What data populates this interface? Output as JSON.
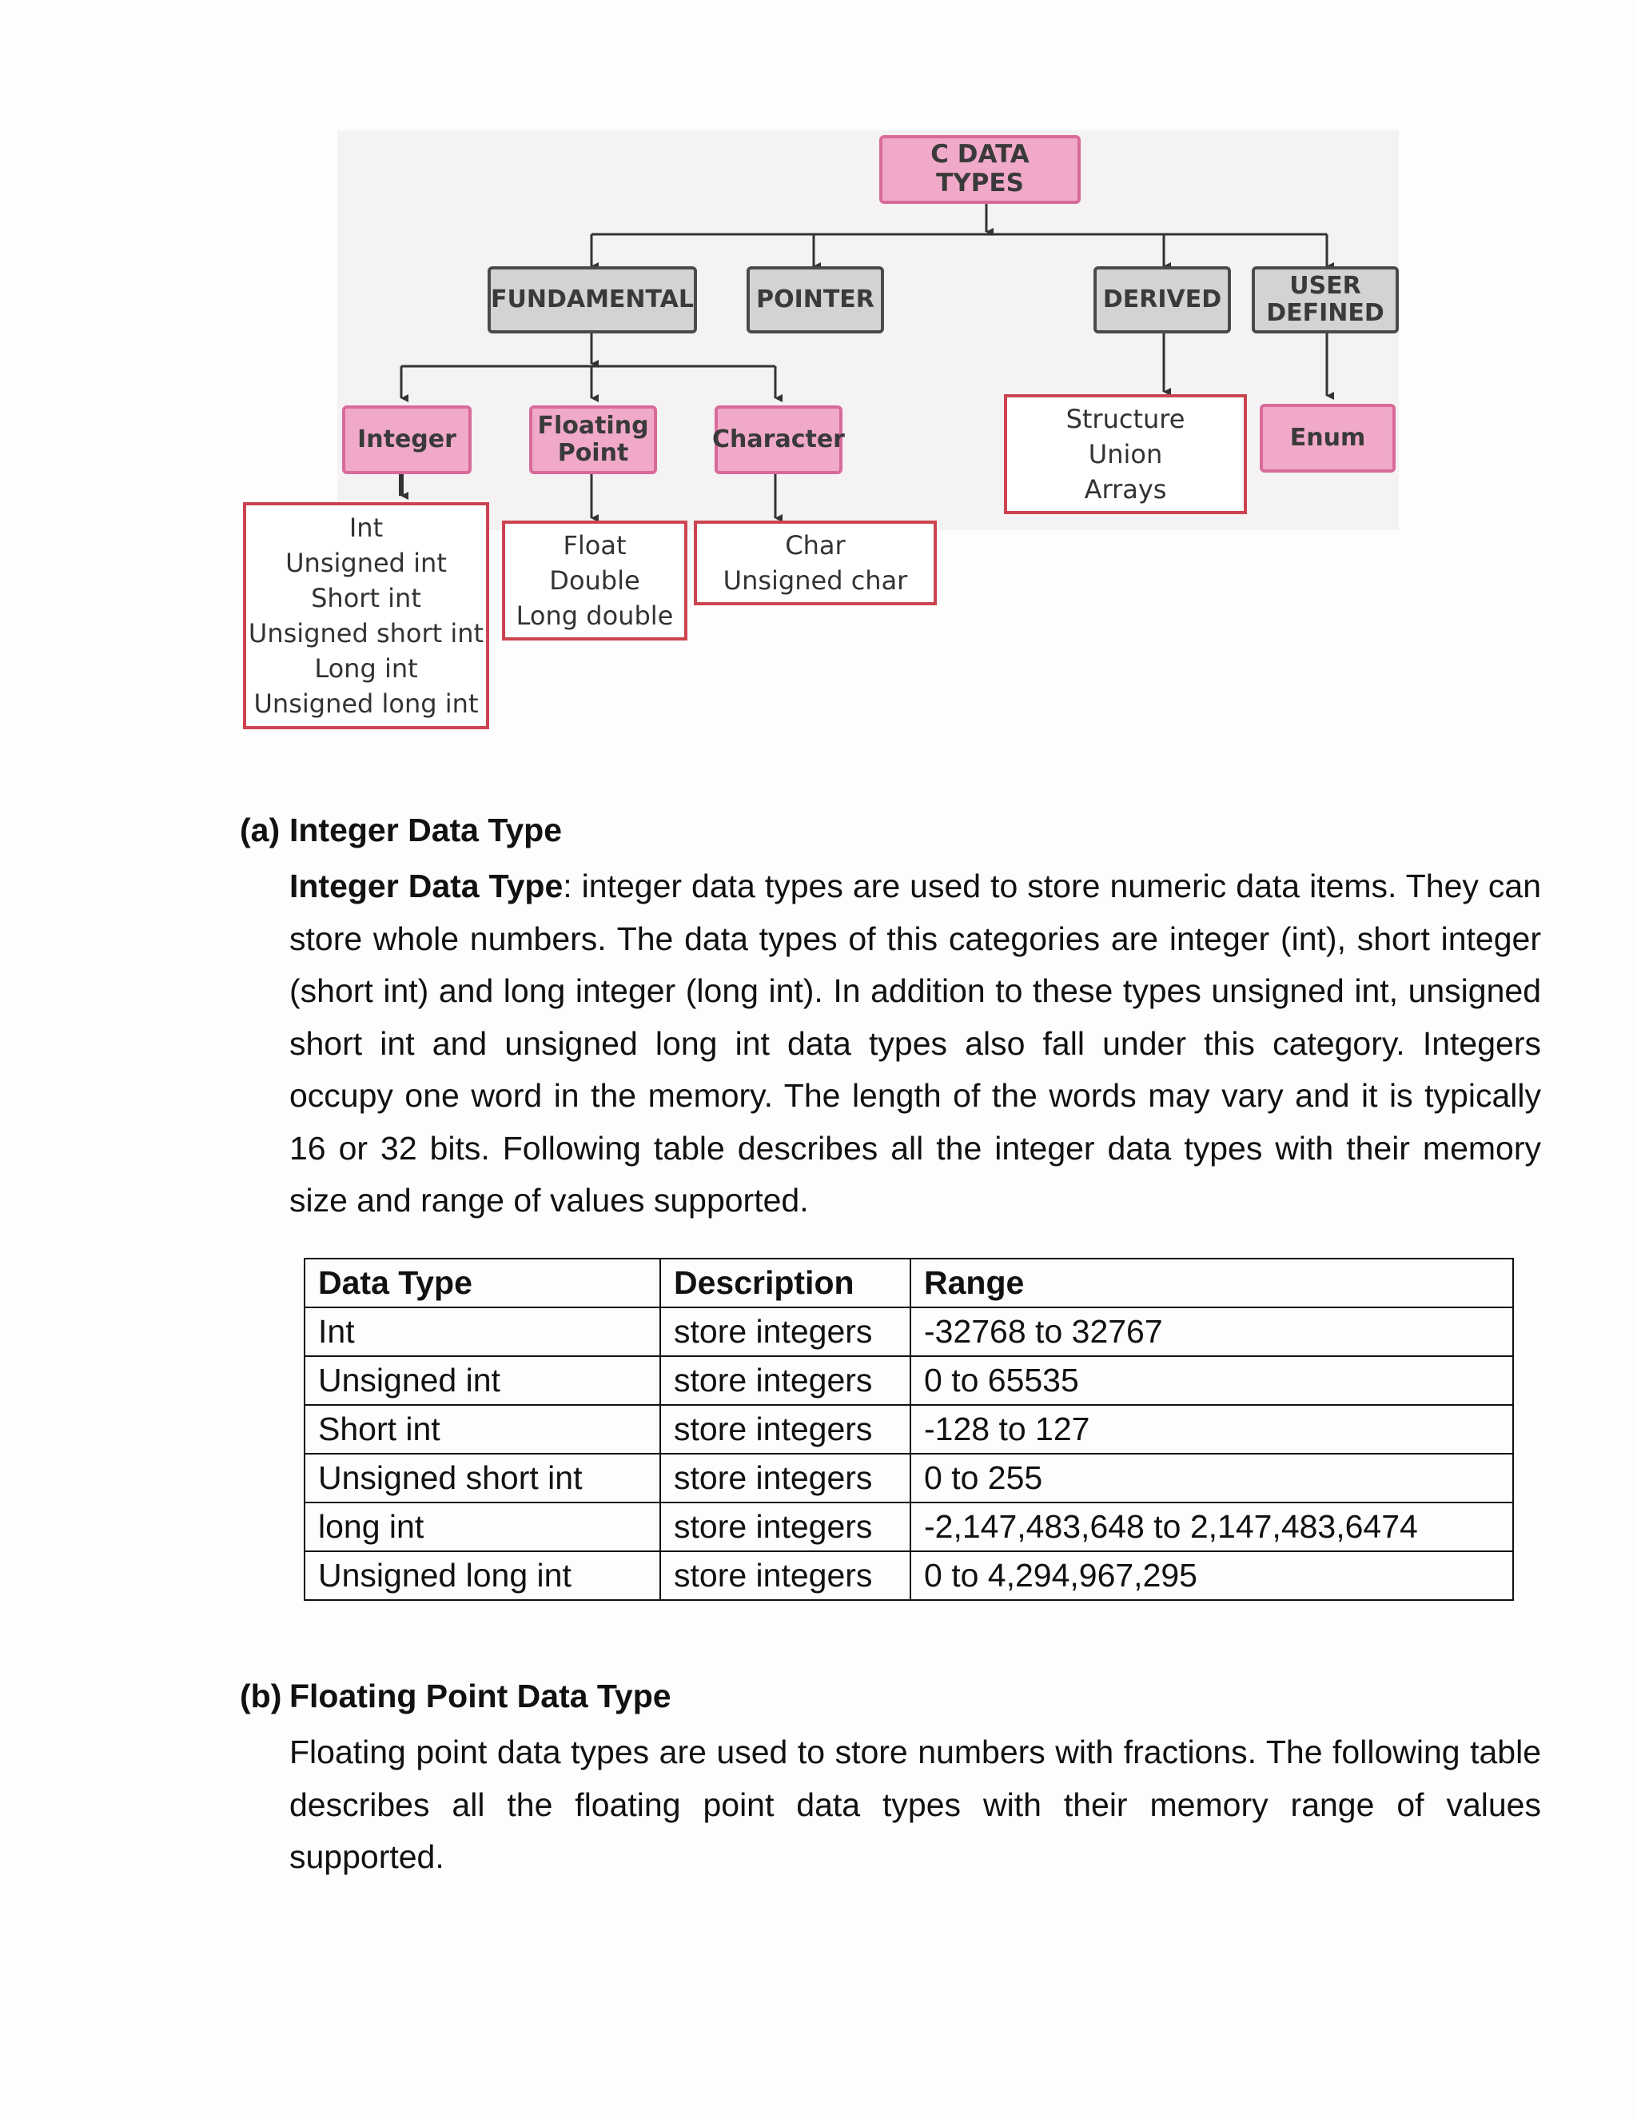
{
  "diagram": {
    "root": "C DATA TYPES",
    "categories": {
      "fundamental": "FUNDAMENTAL",
      "pointer": "POINTER",
      "derived": "DERIVED",
      "user_defined": [
        "USER",
        "DEFINED"
      ]
    },
    "subcategories": {
      "integer": "Integer",
      "floating_point": [
        "Floating",
        "Point"
      ],
      "character": "Character",
      "enum": "Enum"
    },
    "lists": {
      "integer": [
        "Int",
        "Unsigned int",
        "Short int",
        "Unsigned short int",
        "Long int",
        "Unsigned long int"
      ],
      "floating": [
        "Float",
        "Double",
        "Long double"
      ],
      "character": [
        "Char",
        "Unsigned char"
      ],
      "derived": [
        "Structure",
        "Union",
        "Arrays"
      ]
    }
  },
  "section_a": {
    "marker": "(a)",
    "title": "Integer Data Type",
    "lead": "Integer Data Type",
    "body": ": integer data types are used to store numeric data items. They can store whole numbers. The data types of this categories are integer (int), short integer (short int) and long integer (long int). In addition to these types unsigned int, unsigned short int and unsigned long int data types also fall under this category. Integers occupy one word in the memory. The length of the words may vary and it is typically 16 or 32 bits. Following table describes all the integer data types with their memory size and range of values supported."
  },
  "integer_table": {
    "headers": [
      "Data Type",
      "Description",
      "Range"
    ],
    "rows": [
      [
        "Int",
        "store integers",
        "-32768 to 32767"
      ],
      [
        "Unsigned int",
        "store integers",
        "0 to 65535"
      ],
      [
        "Short int",
        "store integers",
        "-128 to 127"
      ],
      [
        "Unsigned short int",
        "store integers",
        "0 to 255"
      ],
      [
        "long int",
        "store integers",
        "-2,147,483,648 to 2,147,483,6474"
      ],
      [
        "Unsigned long int",
        "store integers",
        "0 to 4,294,967,295"
      ]
    ]
  },
  "section_b": {
    "marker": "(b)",
    "title": "Floating Point Data Type",
    "body": "Floating point data types are used to store numbers with fractions. The following table describes all the floating point data types with their memory range of values supported."
  }
}
